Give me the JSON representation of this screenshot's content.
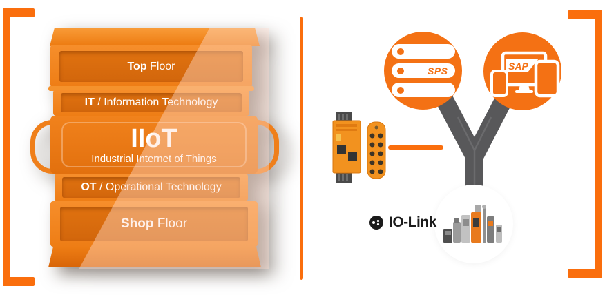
{
  "colors": {
    "accent_orange": "#FA6E0D",
    "circle_orange": "#F47114",
    "toolbox_orange": "#EE7D15",
    "toolbox_recess": "#D2660C",
    "connector_gray": "#58585A",
    "dark_text": "#1B1B1B",
    "white": "#FFFFFF"
  },
  "diagram": {
    "left": {
      "toolbox": {
        "levels": [
          {
            "id": "top-floor",
            "bold": "Top",
            "rest": " Floor"
          },
          {
            "id": "it",
            "bold": "IT",
            "rest": " / Information Technology"
          },
          {
            "id": "iiot",
            "title": "IIoT",
            "subtitle": "Industrial Internet of Things"
          },
          {
            "id": "ot",
            "bold": "OT",
            "rest": " / Operational Technology"
          },
          {
            "id": "shop-floor",
            "bold": "Shop",
            "rest": " Floor"
          }
        ]
      }
    },
    "right": {
      "sps_circle": {
        "label": "SPS",
        "icon": "server-rack-icon"
      },
      "devices_circle": {
        "brand": "SAP",
        "icon": "devices-icon"
      },
      "gateway": {
        "icon": "io-link-master-icon"
      },
      "io_link": {
        "label": "IO-Link",
        "icon": "io-link-logo-icon"
      },
      "sensors_circle": {
        "icon": "sensor-products-icon"
      }
    }
  }
}
